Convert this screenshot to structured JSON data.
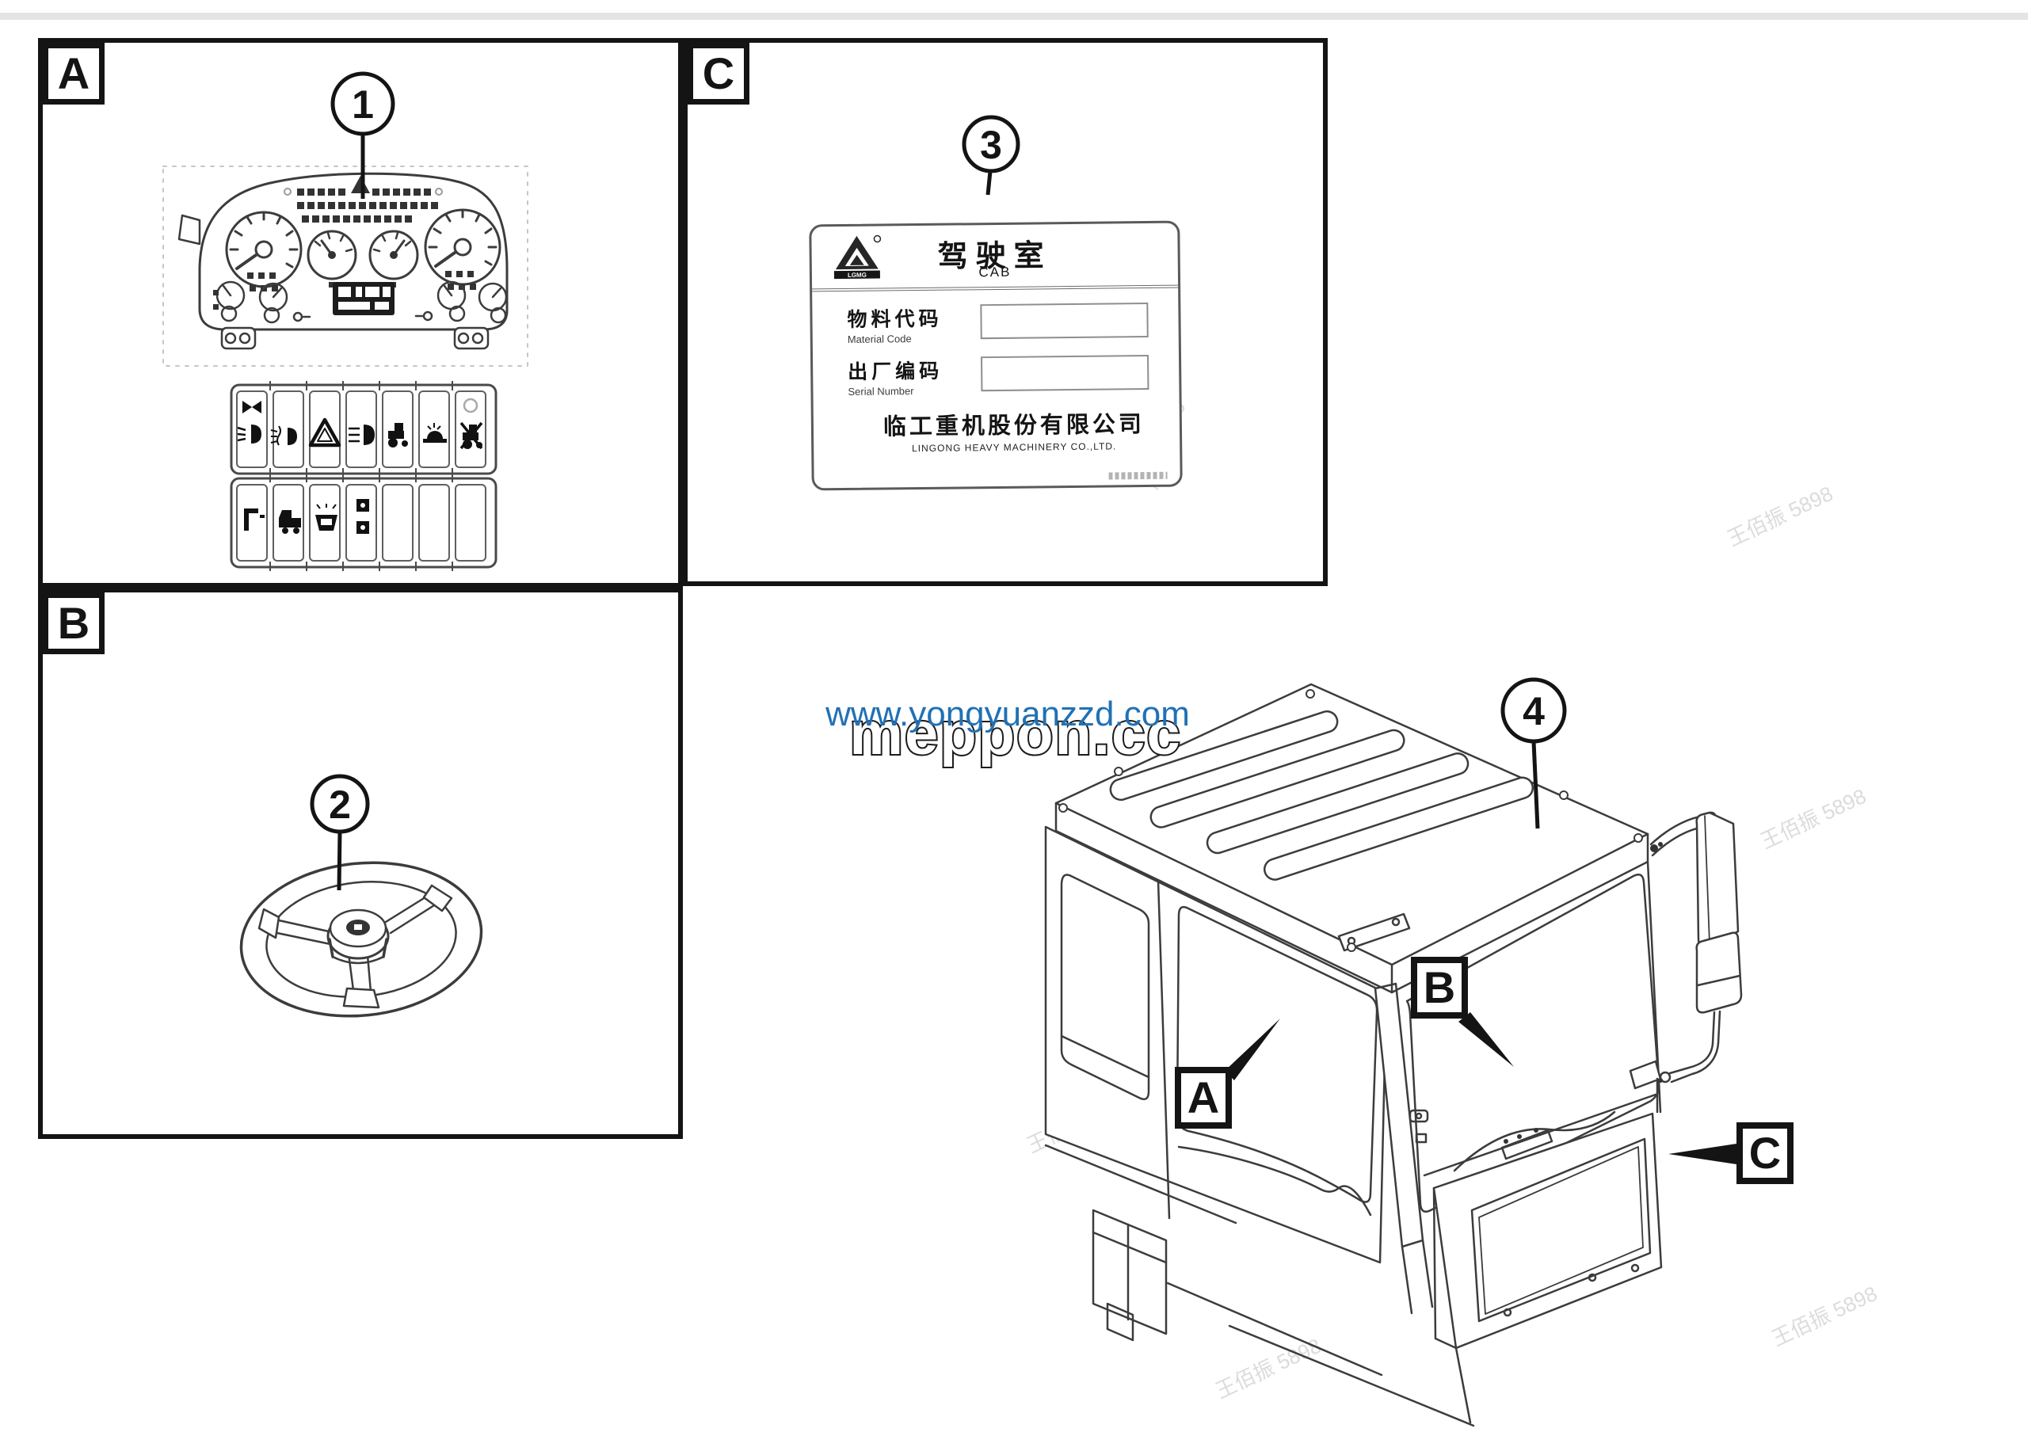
{
  "colors": {
    "line": "#3c3c3c",
    "ink": "#141414",
    "url_watermark": "#2171b5",
    "faint_watermark": "#bdbdbd"
  },
  "figure": {
    "panels": [
      {
        "label": "A"
      },
      {
        "label": "B"
      },
      {
        "label": "C"
      }
    ],
    "callouts": [
      {
        "number": "1"
      },
      {
        "number": "2"
      },
      {
        "number": "3"
      },
      {
        "number": "4"
      }
    ],
    "cab_labels": [
      {
        "label": "A"
      },
      {
        "label": "B"
      },
      {
        "label": "C"
      }
    ]
  },
  "panel_a": {
    "switch_rows": [
      {
        "icons": [
          "combined-beam-light",
          "front-fog-light",
          "hazard-warning",
          "headlight",
          "tractor-work-light",
          "rotating-beacon",
          "differential-lock"
        ]
      },
      {
        "icons": [
          "control-lever",
          "dump-truck",
          "washer-reservoir",
          "power-sockets",
          "blank",
          "blank",
          "blank"
        ]
      }
    ]
  },
  "nameplate": {
    "logo_text": "LGMG",
    "title_cn": "驾驶室",
    "title_en": "CAB",
    "fields": [
      {
        "label_cn": "物料代码",
        "label_en": "Material Code",
        "value": ""
      },
      {
        "label_cn": "出厂编码",
        "label_en": "Serial Number",
        "value": ""
      }
    ],
    "company_cn": "临工重机股份有限公司",
    "company_en": "LINGONG HEAVY MACHINERY CO.,LTD."
  },
  "watermarks": {
    "url_text": "www.yongyuanzzd.com",
    "brand_text": "meppon.cc",
    "faint_text": "王佰振 5898"
  }
}
